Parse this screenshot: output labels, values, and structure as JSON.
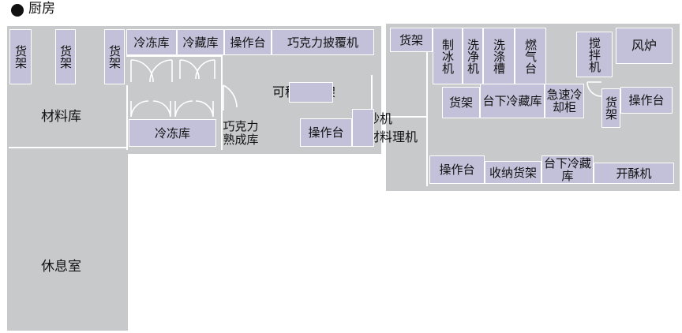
{
  "header": {
    "title": "厨房"
  },
  "rooms": {
    "material_store": "材料库",
    "rest_room": "休息室",
    "freezer_lower": "冷冻库",
    "chocolate_aging": "巧克力熟成库",
    "movable_rack": "可移动货架",
    "spray_machine": "喷砂机",
    "food_processor": "食材料理机"
  },
  "equipment": {
    "rack_1": "货架",
    "rack_2": "货架",
    "rack_3": "货架",
    "freezer_top": "冷冻库",
    "fridge_top": "冷藏库",
    "worktable_top": "操作台",
    "chocolate_enrober": "巧克力披覆机",
    "worktable_mid": "操作台",
    "rack_right_top": "货架",
    "ice_machine": "制冰机",
    "dishwasher": "洗净机",
    "wash_sink": "洗涤槽",
    "gas_stove": "燃气台",
    "mixer": "搅拌机",
    "oven": "风炉",
    "rack_right_mid": "货架",
    "under_counter_fridge_1": "台下冷藏库",
    "blast_chiller": "急速冷却柜",
    "rack_right_side": "货架",
    "worktable_right": "操作台",
    "worktable_bottom": "操作台",
    "storage_rack": "收纳货架",
    "under_counter_fridge_2": "台下冷藏库",
    "sheeter": "开酥机"
  },
  "colors": {
    "floor": "#c8c9cb",
    "equipment": "#c3c0d9",
    "wall": "#ffffff"
  }
}
